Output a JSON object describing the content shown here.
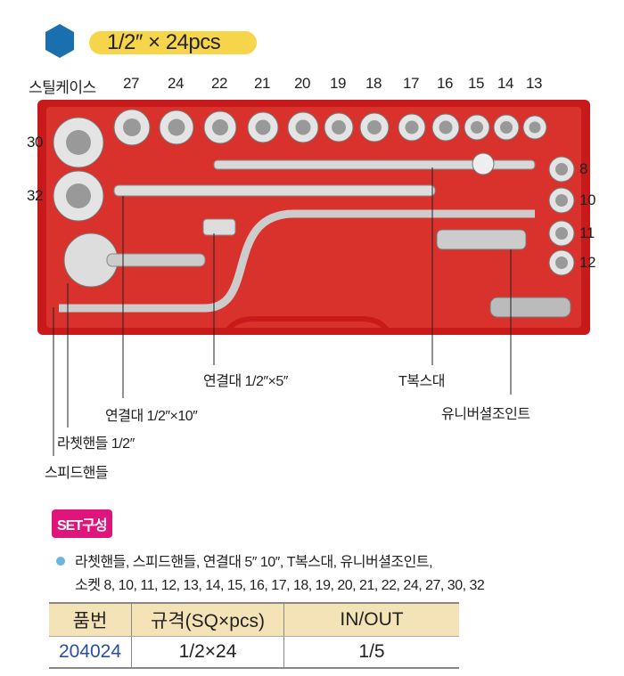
{
  "header": {
    "title": "1/2″ × 24pcs",
    "icon": "hexagon-icon",
    "icon_color": "#1a6fae",
    "pill_color": "#f7d54a"
  },
  "case_label": "스틸케이스",
  "top_sizes": [
    "27",
    "24",
    "22",
    "21",
    "20",
    "19",
    "18",
    "17",
    "16",
    "15",
    "14",
    "13"
  ],
  "left_sizes": [
    "30",
    "32"
  ],
  "right_sizes": [
    "8",
    "10",
    "11",
    "12"
  ],
  "annotations": {
    "ext5": "연결대 1/2″×5″",
    "tbar": "T복스대",
    "universal": "유니버셜조인트",
    "ext10": "연결대 1/2″×10″",
    "ratchet": "라쳇핸들 1/2″",
    "speed": "스피드핸들"
  },
  "set": {
    "badge": "SET구성",
    "line1": "라쳇핸들, 스피드핸들, 연결대 5″ 10″, T복스대, 유니버셜조인트,",
    "line2": "소켓 8, 10, 11, 12, 13, 14, 15, 16, 17, 18, 19, 20, 21, 22, 24, 27, 30, 32",
    "badge_color": "#e0157c"
  },
  "table": {
    "headers": [
      "품번",
      "규격(SQ×pcs)",
      "IN/OUT"
    ],
    "rows": [
      [
        "204024",
        "1/2×24",
        "1/5"
      ]
    ]
  }
}
